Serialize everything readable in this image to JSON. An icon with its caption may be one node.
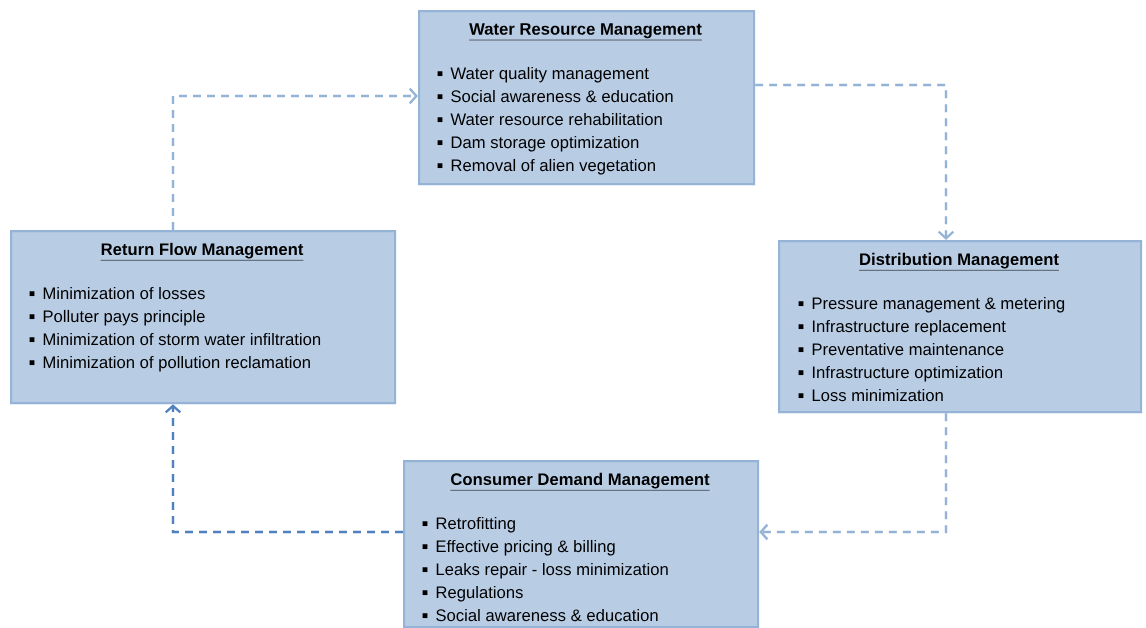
{
  "diagram": {
    "nodes": [
      {
        "text": [
          "Water Resource Management",
          "Water quality management",
          "Social awareness & education",
          "Water resource rehabilitation",
          "Dam storage optimization",
          "Removal of alien vegetation"
        ]
      },
      {
        "text": [
          "Return Flow Management",
          "Minimization of losses",
          "Polluter pays principle",
          "Minimization of storm water infiltration",
          "Minimization of pollution reclamation"
        ]
      },
      {
        "text": [
          "Distribution Management",
          "Pressure management & metering",
          "Infrastructure replacement",
          "Preventative maintenance",
          "Infrastructure optimization",
          "Loss minimization"
        ]
      },
      {
        "text": [
          "Consumer Demand Management",
          "Retrofitting",
          "Effective pricing & billing",
          "Leaks repair - loss minimization",
          "Regulations",
          "Social awareness & education"
        ]
      }
    ],
    "edges": [
      {
        "from": 1,
        "to": 0,
        "arrow": "to",
        "style": "dashed"
      },
      {
        "from": 0,
        "to": 2,
        "arrow": "to",
        "style": "dashed"
      },
      {
        "from": 2,
        "to": 3,
        "arrow": "to",
        "style": "dashed"
      },
      {
        "from": 3,
        "to": 1,
        "arrow": "to",
        "style": "dashed",
        "color": "#4f81bd"
      }
    ]
  }
}
